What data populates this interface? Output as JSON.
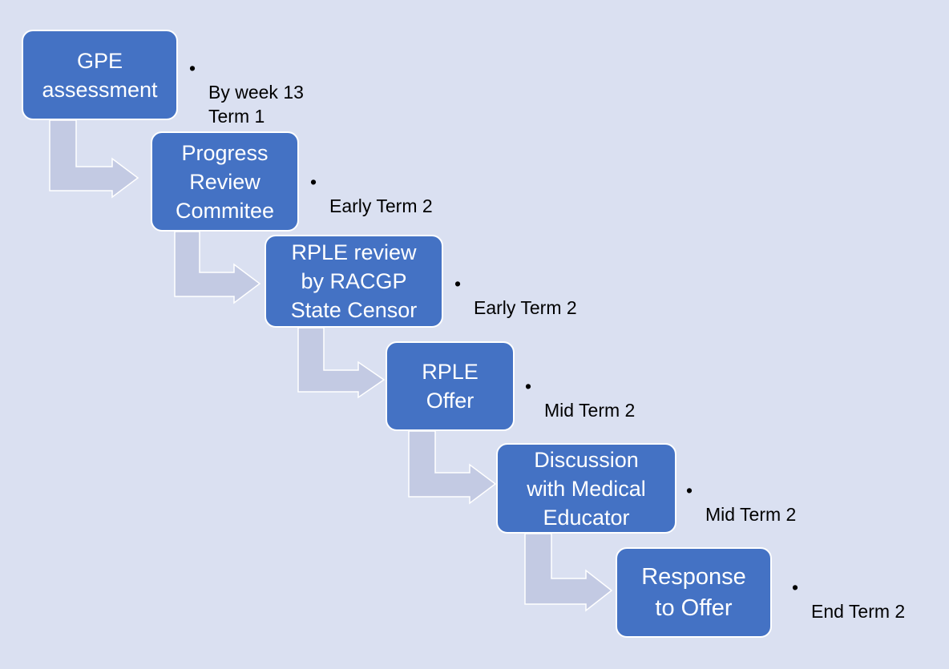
{
  "diagram": {
    "type": "process-flow",
    "colors": {
      "background": "#dae0f1",
      "step_fill": "#4472c4",
      "step_text": "#ffffff",
      "arrow_fill": "#c3cae3",
      "note_text": "#000000"
    },
    "bullet_glyph": "•",
    "steps": [
      {
        "label": "GPE\nassessment",
        "timing": "By week 13\nTerm 1"
      },
      {
        "label": "Progress\nReview\nCommitee",
        "timing": "Early Term 2"
      },
      {
        "label": "RPLE review\nby RACGP\nState Censor",
        "timing": "Early Term 2"
      },
      {
        "label": "RPLE\nOffer",
        "timing": "Mid Term 2"
      },
      {
        "label": "Discussion\nwith Medical\nEducator",
        "timing": "Mid Term 2"
      },
      {
        "label": "Response\nto Offer",
        "timing": "End Term 2"
      }
    ]
  }
}
